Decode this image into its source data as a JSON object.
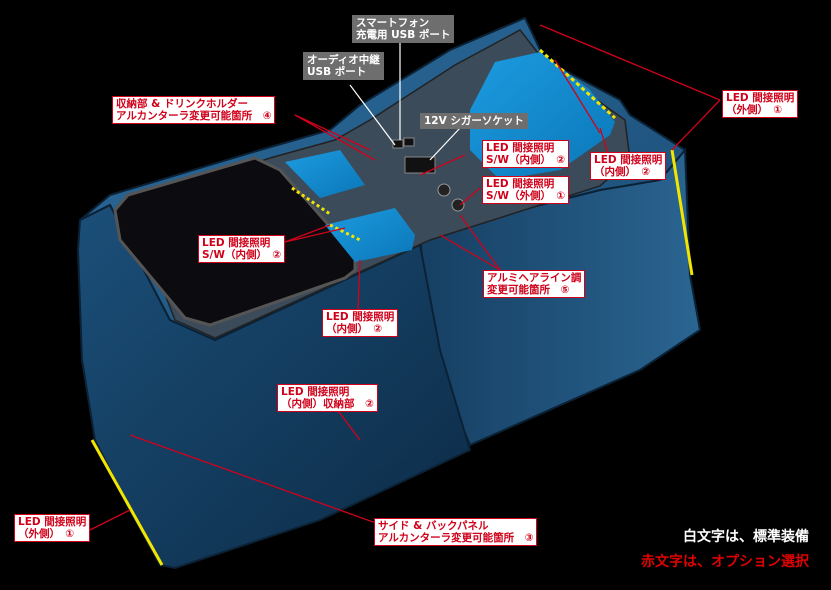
{
  "labels": {
    "smartphone_usb": [
      "スマートフォン",
      "充電用 USB ポート"
    ],
    "audio_usb": [
      "オーディオ中継",
      "USB ポート"
    ],
    "cigar_socket": [
      "12V シガーソケット"
    ],
    "storage_drink": [
      "収納部 & ドリンクホルダー",
      "アルカンターラ変更可能箇所　④"
    ],
    "led_outer_top_right": [
      "LED 間接照明",
      "（外側）　①"
    ],
    "led_inner_right": [
      "LED 間接照明",
      "（内側）　②"
    ],
    "led_sw_inner": [
      "LED 間接照明",
      "S/W（内側）　②"
    ],
    "led_sw_outer": [
      "LED 間接照明",
      "S/W（外側）　①"
    ],
    "led_sw_inner_left": [
      "LED 間接照明",
      "S/W（内側）　②"
    ],
    "alumi_hairline": [
      "アルミヘアライン調",
      "変更可能箇所　⑤"
    ],
    "led_inner_center": [
      "LED 間接照明",
      "（内側）　②"
    ],
    "led_inner_storage": [
      "LED 間接照明",
      "（内側）収納部　②"
    ],
    "led_outer_left": [
      "LED 間接照明",
      "（外側）　①"
    ],
    "side_back_panel": [
      "サイド & バックパネル",
      "アルカンターラ変更可能箇所　③"
    ]
  },
  "legend": {
    "white_text": "白文字は、標準装備",
    "red_text": "赤文字は、オプション選択",
    "white_color": "#ffffff",
    "red_color": "#e00000"
  },
  "colors": {
    "body_dark": "#133a5a",
    "body_mid": "#1e5a87",
    "accent_blue": "#0f8ad0",
    "led_yellow": "#f2e600",
    "line_red": "#d0021b"
  }
}
